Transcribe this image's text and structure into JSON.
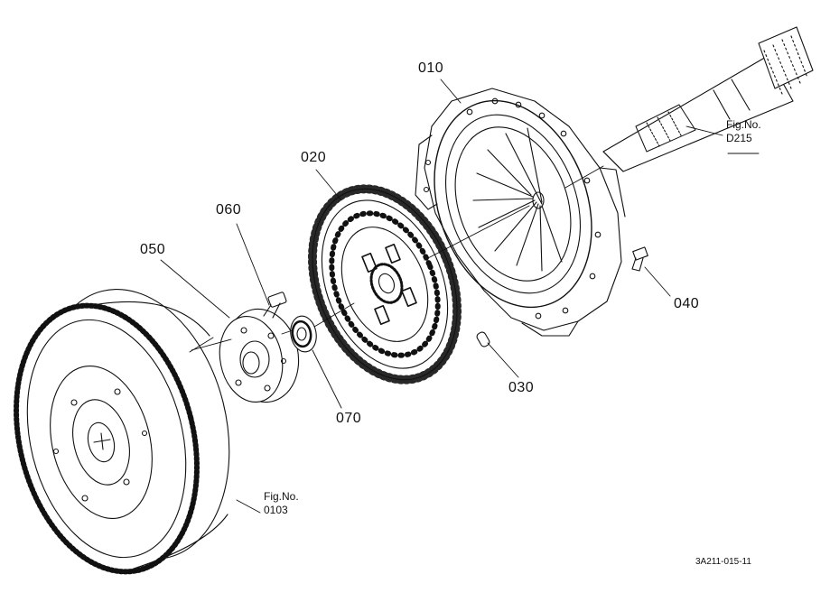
{
  "parts": [
    {
      "id": "p010",
      "label": "010"
    },
    {
      "id": "p020",
      "label": "020"
    },
    {
      "id": "p030",
      "label": "030"
    },
    {
      "id": "p040",
      "label": "040"
    },
    {
      "id": "p050",
      "label": "050"
    },
    {
      "id": "p060",
      "label": "060"
    },
    {
      "id": "p070",
      "label": "070"
    }
  ],
  "references": {
    "shaft": {
      "line1": "Fig.No.",
      "line2": "D215"
    },
    "flywheel": {
      "line1": "Fig.No.",
      "line2": "0103"
    }
  },
  "drawing_code": "3A211-015-11",
  "colors": {
    "ink": "#111111",
    "paper": "#ffffff"
  }
}
